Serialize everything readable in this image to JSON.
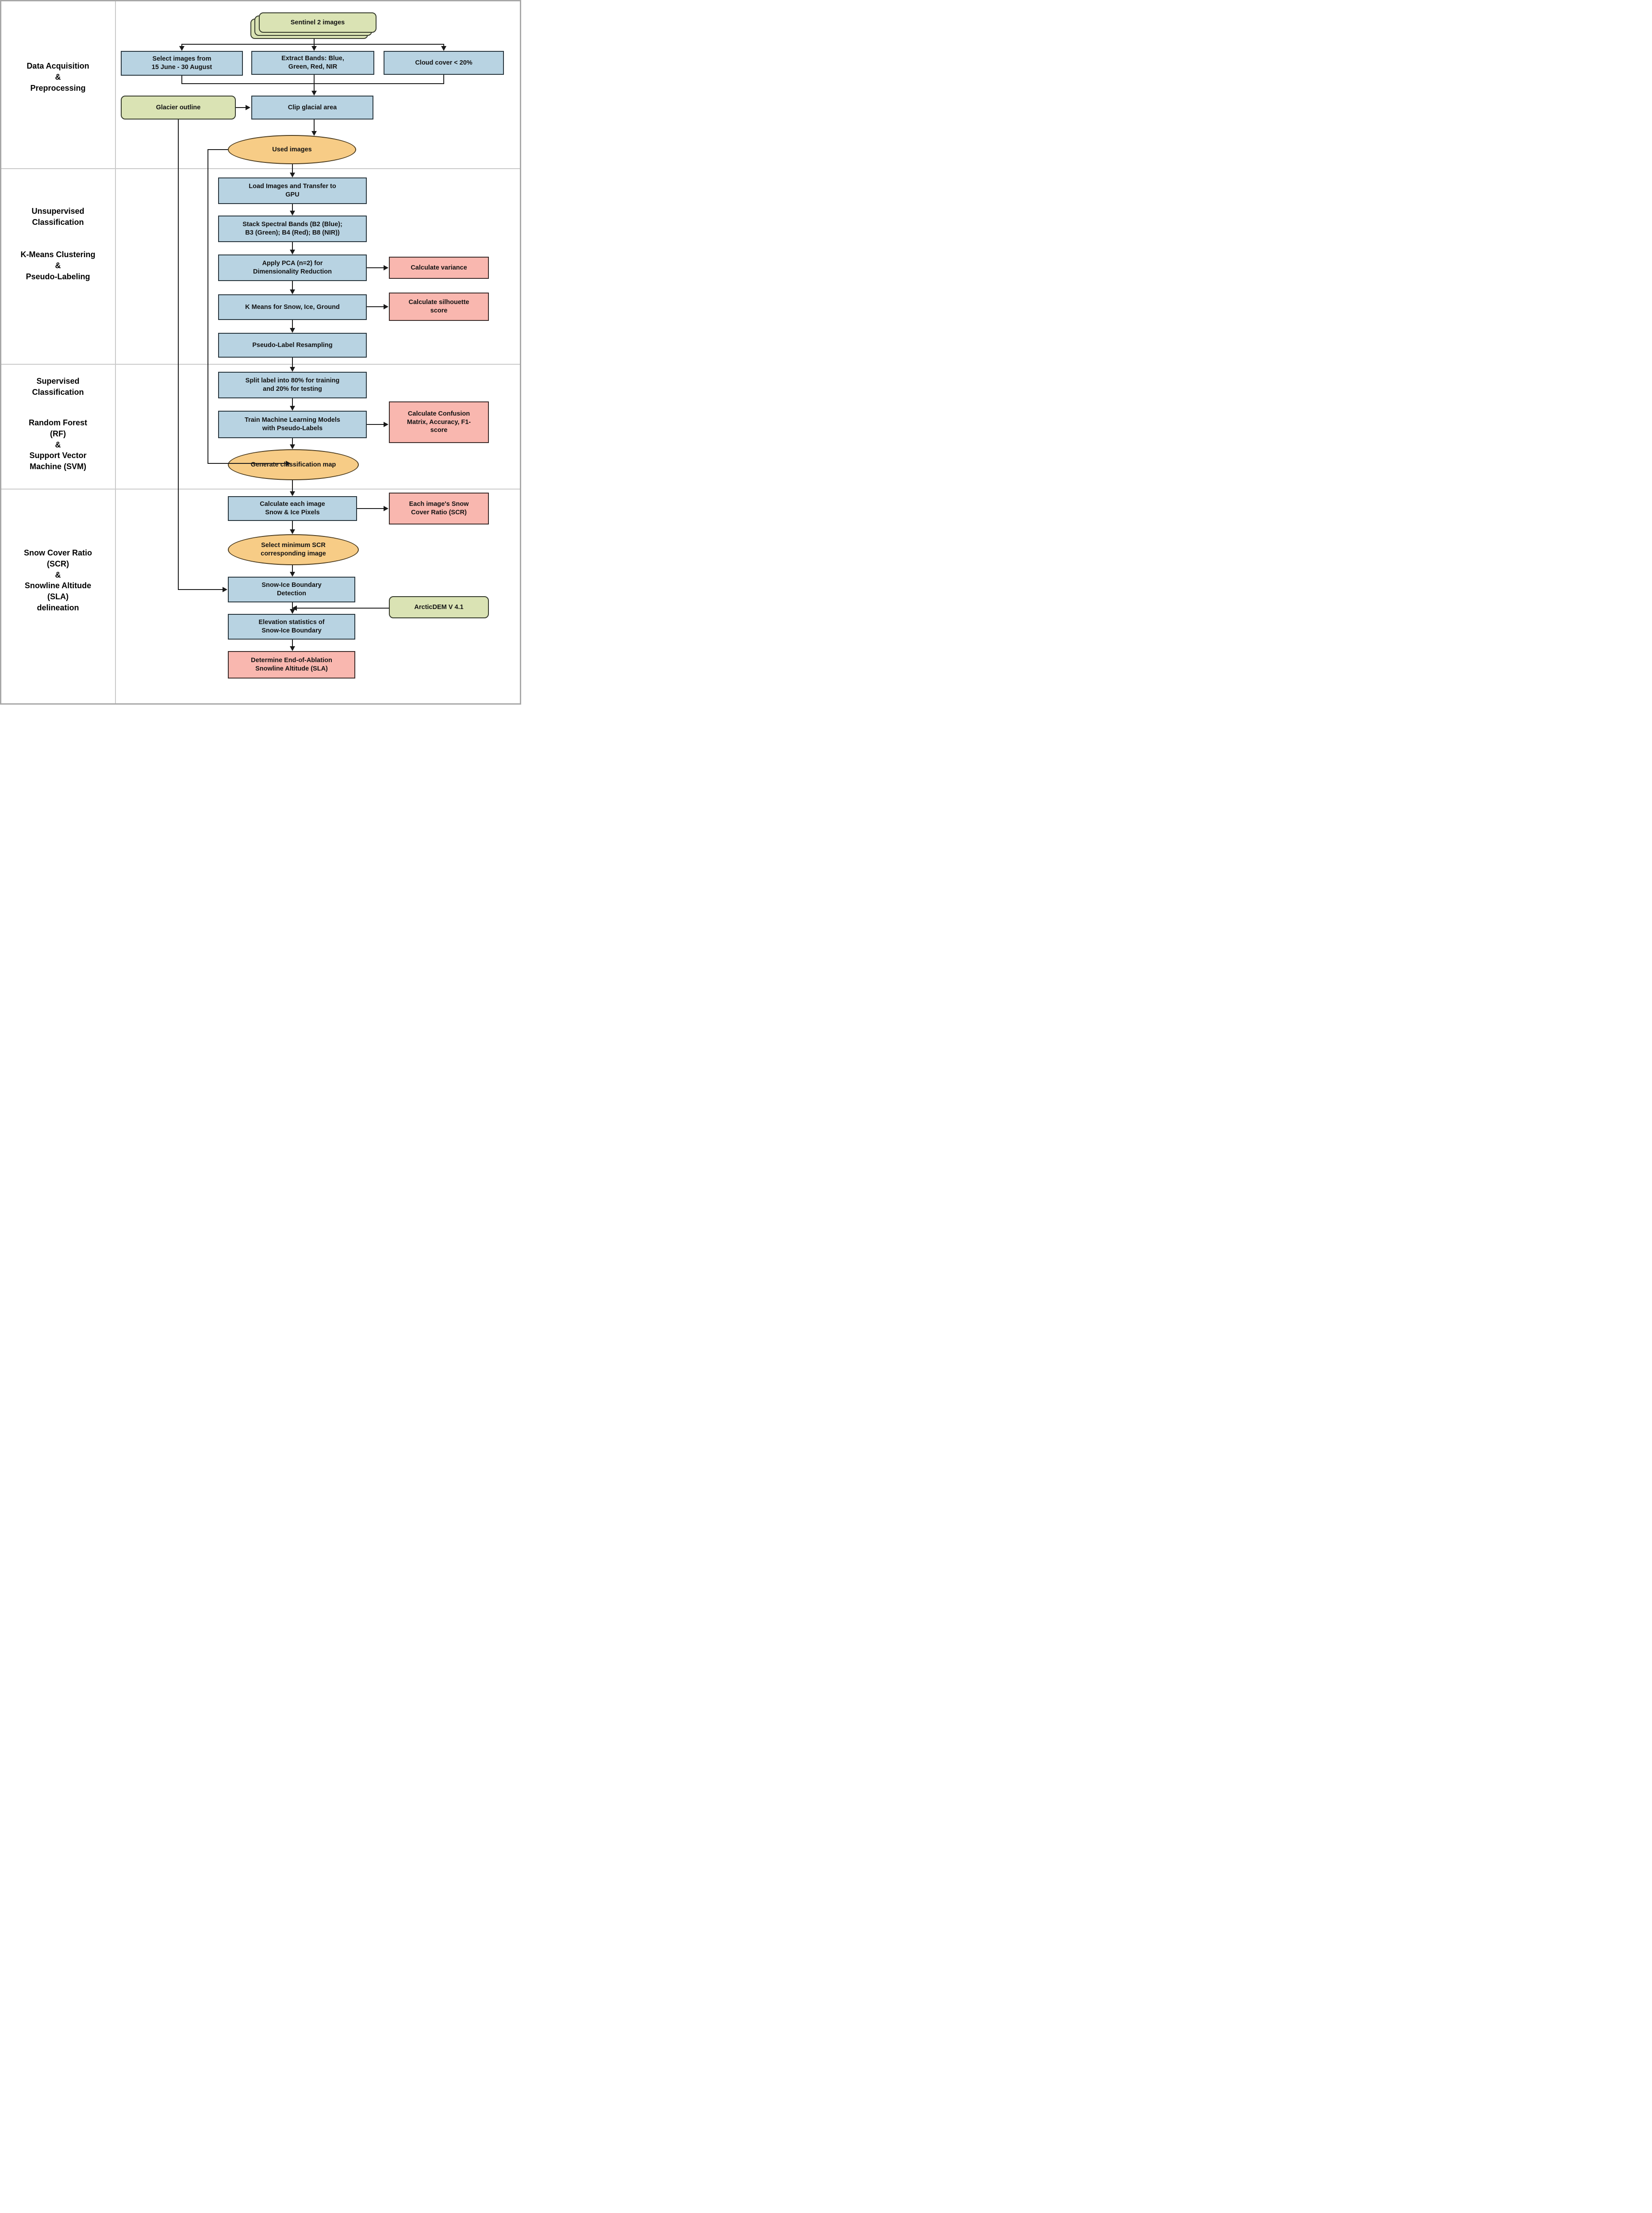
{
  "title": "Snow Cover Ratio and Snowline Altitude delineation workflow",
  "colors": {
    "process_blue": "#b8d3e2",
    "data_green": "#dae3b4",
    "result_orange": "#f7cc86",
    "metric_pink": "#f9b7af",
    "line_black": "#1a1a1a",
    "grid_gray": "#c9c9c9"
  },
  "sections": [
    {
      "title": "Data Acquisition\n&\nPreprocessing"
    },
    {
      "title": "Unsupervised\nClassification",
      "subtitle": "K-Means Clustering\n&\nPseudo-Labeling"
    },
    {
      "title": "Supervised\nClassification",
      "subtitle": "Random Forest\n(RF)\n&\nSupport Vector\nMachine (SVM)"
    },
    {
      "title": "Snow Cover Ratio\n(SCR)\n&\nSnowline Altitude\n(SLA)\ndelineation"
    }
  ],
  "nodes": {
    "sentinel": {
      "label": "Sentinel 2 images"
    },
    "select_images": {
      "label": "Select images from\n15 June - 30 August"
    },
    "extract_bands": {
      "label": "Extract Bands: Blue,\nGreen, Red, NIR"
    },
    "cloud_cover": {
      "label": "Cloud cover < 20%"
    },
    "glacier_outline": {
      "label": "Glacier outline"
    },
    "clip_glacial": {
      "label": "Clip glacial area"
    },
    "used_images": {
      "label": "Used images"
    },
    "load_images": {
      "label": "Load Images and Transfer to\nGPU"
    },
    "stack_bands": {
      "label": "Stack Spectral Bands (B2 (Blue);\nB3 (Green); B4 (Red); B8 (NIR))"
    },
    "apply_pca": {
      "label": "Apply PCA (n=2) for\nDimensionality Reduction"
    },
    "calc_variance": {
      "label": "Calculate variance"
    },
    "kmeans": {
      "label": "K Means for Snow, Ice, Ground"
    },
    "calc_silhouette": {
      "label": "Calculate silhouette\nscore"
    },
    "pseudo_label": {
      "label": "Pseudo-Label Resampling"
    },
    "split_label": {
      "label": "Split label into 80% for training\nand 20% for testing"
    },
    "train_ml": {
      "label": "Train Machine Learning Models\nwith Pseudo-Labels"
    },
    "calc_confusion": {
      "label": "Calculate Confusion\nMatrix, Accuracy, F1-\nscore"
    },
    "gen_class_map": {
      "label": "Generate classification map"
    },
    "calc_pixels": {
      "label": "Calculate each image\nSnow & Ice Pixels"
    },
    "scr_box": {
      "label": "Each image's Snow\nCover Ratio (SCR)"
    },
    "select_min_scr": {
      "label": "Select minimum SCR\ncorresponding image"
    },
    "snow_ice": {
      "label": "Snow-Ice Boundary\nDetection"
    },
    "arcticdem": {
      "label": "ArcticDEM V 4.1"
    },
    "elevation_stats": {
      "label": "Elevation statistics of\nSnow-Ice Boundary"
    },
    "determine_sla": {
      "label": "Determine End-of-Ablation\nSnowline Altitude (SLA)"
    }
  },
  "edges": [
    {
      "from": "sentinel",
      "to": "select_images"
    },
    {
      "from": "sentinel",
      "to": "extract_bands"
    },
    {
      "from": "sentinel",
      "to": "cloud_cover"
    },
    {
      "from": "select_images,extract_bands,cloud_cover",
      "to": "clip_glacial"
    },
    {
      "from": "glacier_outline",
      "to": "clip_glacial"
    },
    {
      "from": "glacier_outline",
      "to": "snow_ice"
    },
    {
      "from": "clip_glacial",
      "to": "used_images"
    },
    {
      "from": "used_images",
      "to": "load_images"
    },
    {
      "from": "used_images",
      "to": "gen_class_map"
    },
    {
      "from": "load_images",
      "to": "stack_bands"
    },
    {
      "from": "stack_bands",
      "to": "apply_pca"
    },
    {
      "from": "apply_pca",
      "to": "calc_variance"
    },
    {
      "from": "apply_pca",
      "to": "kmeans"
    },
    {
      "from": "kmeans",
      "to": "calc_silhouette"
    },
    {
      "from": "kmeans",
      "to": "pseudo_label"
    },
    {
      "from": "pseudo_label",
      "to": "split_label"
    },
    {
      "from": "split_label",
      "to": "train_ml"
    },
    {
      "from": "train_ml",
      "to": "calc_confusion"
    },
    {
      "from": "train_ml",
      "to": "gen_class_map"
    },
    {
      "from": "gen_class_map",
      "to": "calc_pixels"
    },
    {
      "from": "calc_pixels",
      "to": "scr_box"
    },
    {
      "from": "calc_pixels",
      "to": "select_min_scr"
    },
    {
      "from": "select_min_scr",
      "to": "snow_ice"
    },
    {
      "from": "snow_ice",
      "to": "elevation_stats"
    },
    {
      "from": "arcticdem",
      "to": "elevation_stats"
    },
    {
      "from": "elevation_stats",
      "to": "determine_sla"
    }
  ]
}
